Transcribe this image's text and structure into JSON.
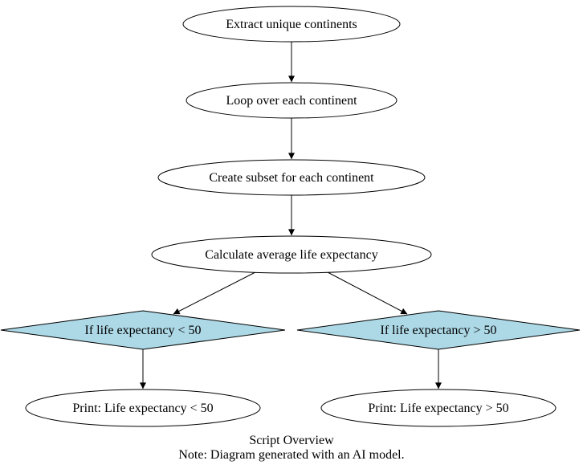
{
  "diagram": {
    "type": "flowchart",
    "caption": {
      "title": "Script Overview",
      "note": "Note: Diagram generated with an AI model."
    },
    "colors": {
      "background": "#FFFFFF",
      "node_fill": "#FFFFFF",
      "decision_fill": "#ADD8E6",
      "stroke": "#000000",
      "text": "#000000"
    },
    "nodes": [
      {
        "id": "extract",
        "type": "ellipse",
        "label": "Extract unique continents"
      },
      {
        "id": "loop",
        "type": "ellipse",
        "label": "Loop over each continent"
      },
      {
        "id": "subset",
        "type": "ellipse",
        "label": "Create subset for each continent"
      },
      {
        "id": "average",
        "type": "ellipse",
        "label": "Calculate average life expectancy"
      },
      {
        "id": "if-less",
        "type": "diamond",
        "label": "If life expectancy < 50"
      },
      {
        "id": "if-greater",
        "type": "diamond",
        "label": "If life expectancy > 50"
      },
      {
        "id": "print-less",
        "type": "ellipse",
        "label": "Print: Life expectancy < 50"
      },
      {
        "id": "print-greater",
        "type": "ellipse",
        "label": "Print: Life expectancy > 50"
      }
    ],
    "edges": [
      {
        "from": "extract",
        "to": "loop"
      },
      {
        "from": "loop",
        "to": "subset"
      },
      {
        "from": "subset",
        "to": "average"
      },
      {
        "from": "average",
        "to": "if-less"
      },
      {
        "from": "average",
        "to": "if-greater"
      },
      {
        "from": "if-less",
        "to": "print-less"
      },
      {
        "from": "if-greater",
        "to": "print-greater"
      }
    ]
  }
}
